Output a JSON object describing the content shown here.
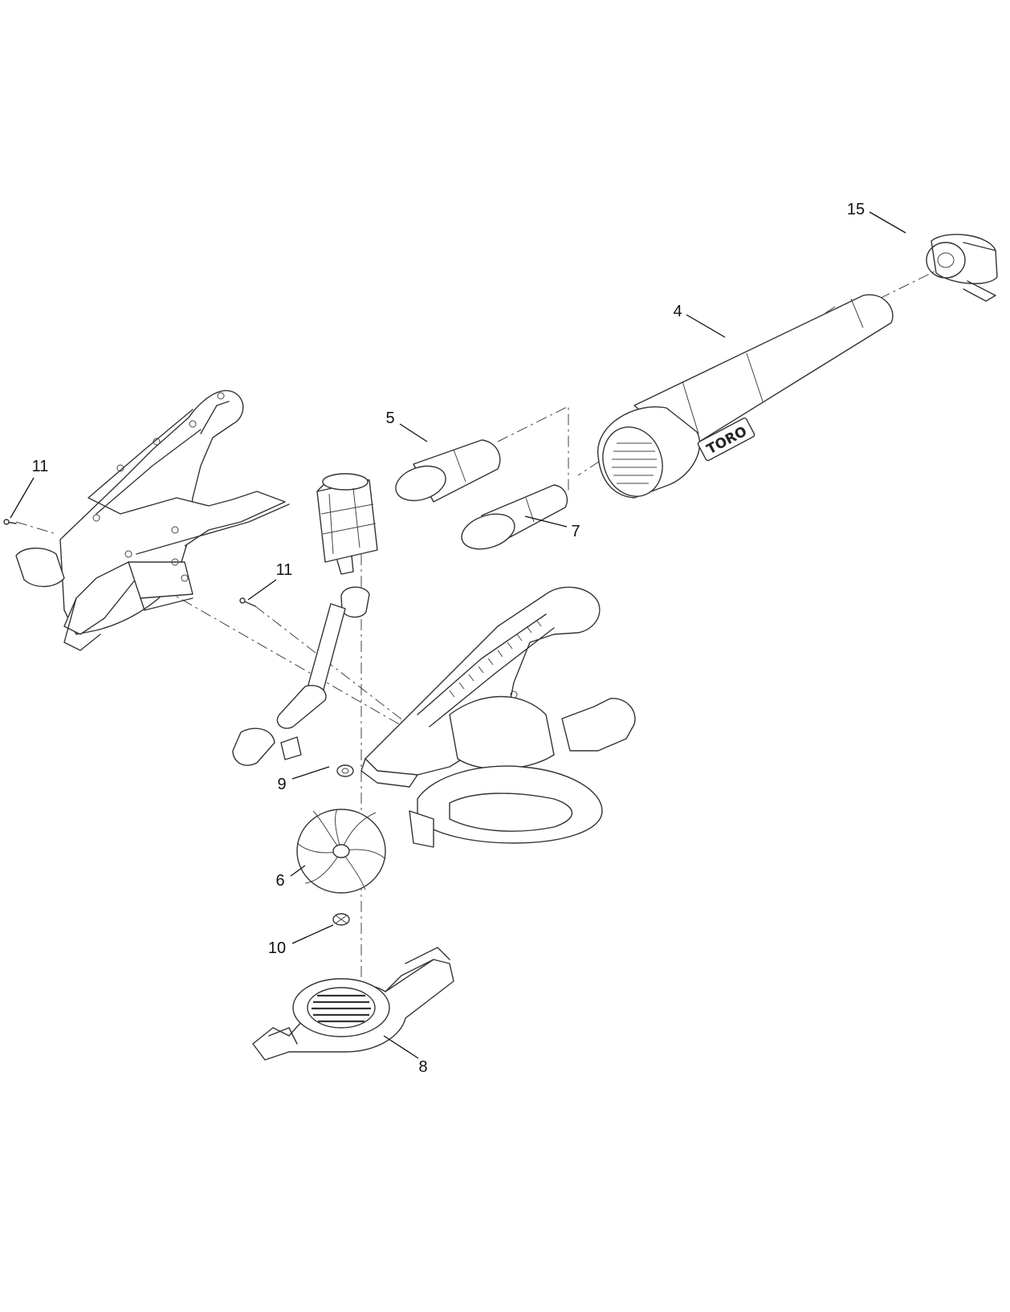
{
  "diagram": {
    "brand_logo": "TORO",
    "callouts": [
      {
        "id": "15",
        "label": "15"
      },
      {
        "id": "4",
        "label": "4"
      },
      {
        "id": "5",
        "label": "5"
      },
      {
        "id": "7",
        "label": "7"
      },
      {
        "id": "11a",
        "label": "11"
      },
      {
        "id": "11b",
        "label": "11"
      },
      {
        "id": "9",
        "label": "9"
      },
      {
        "id": "6",
        "label": "6"
      },
      {
        "id": "10",
        "label": "10"
      },
      {
        "id": "8",
        "label": "8"
      }
    ]
  }
}
